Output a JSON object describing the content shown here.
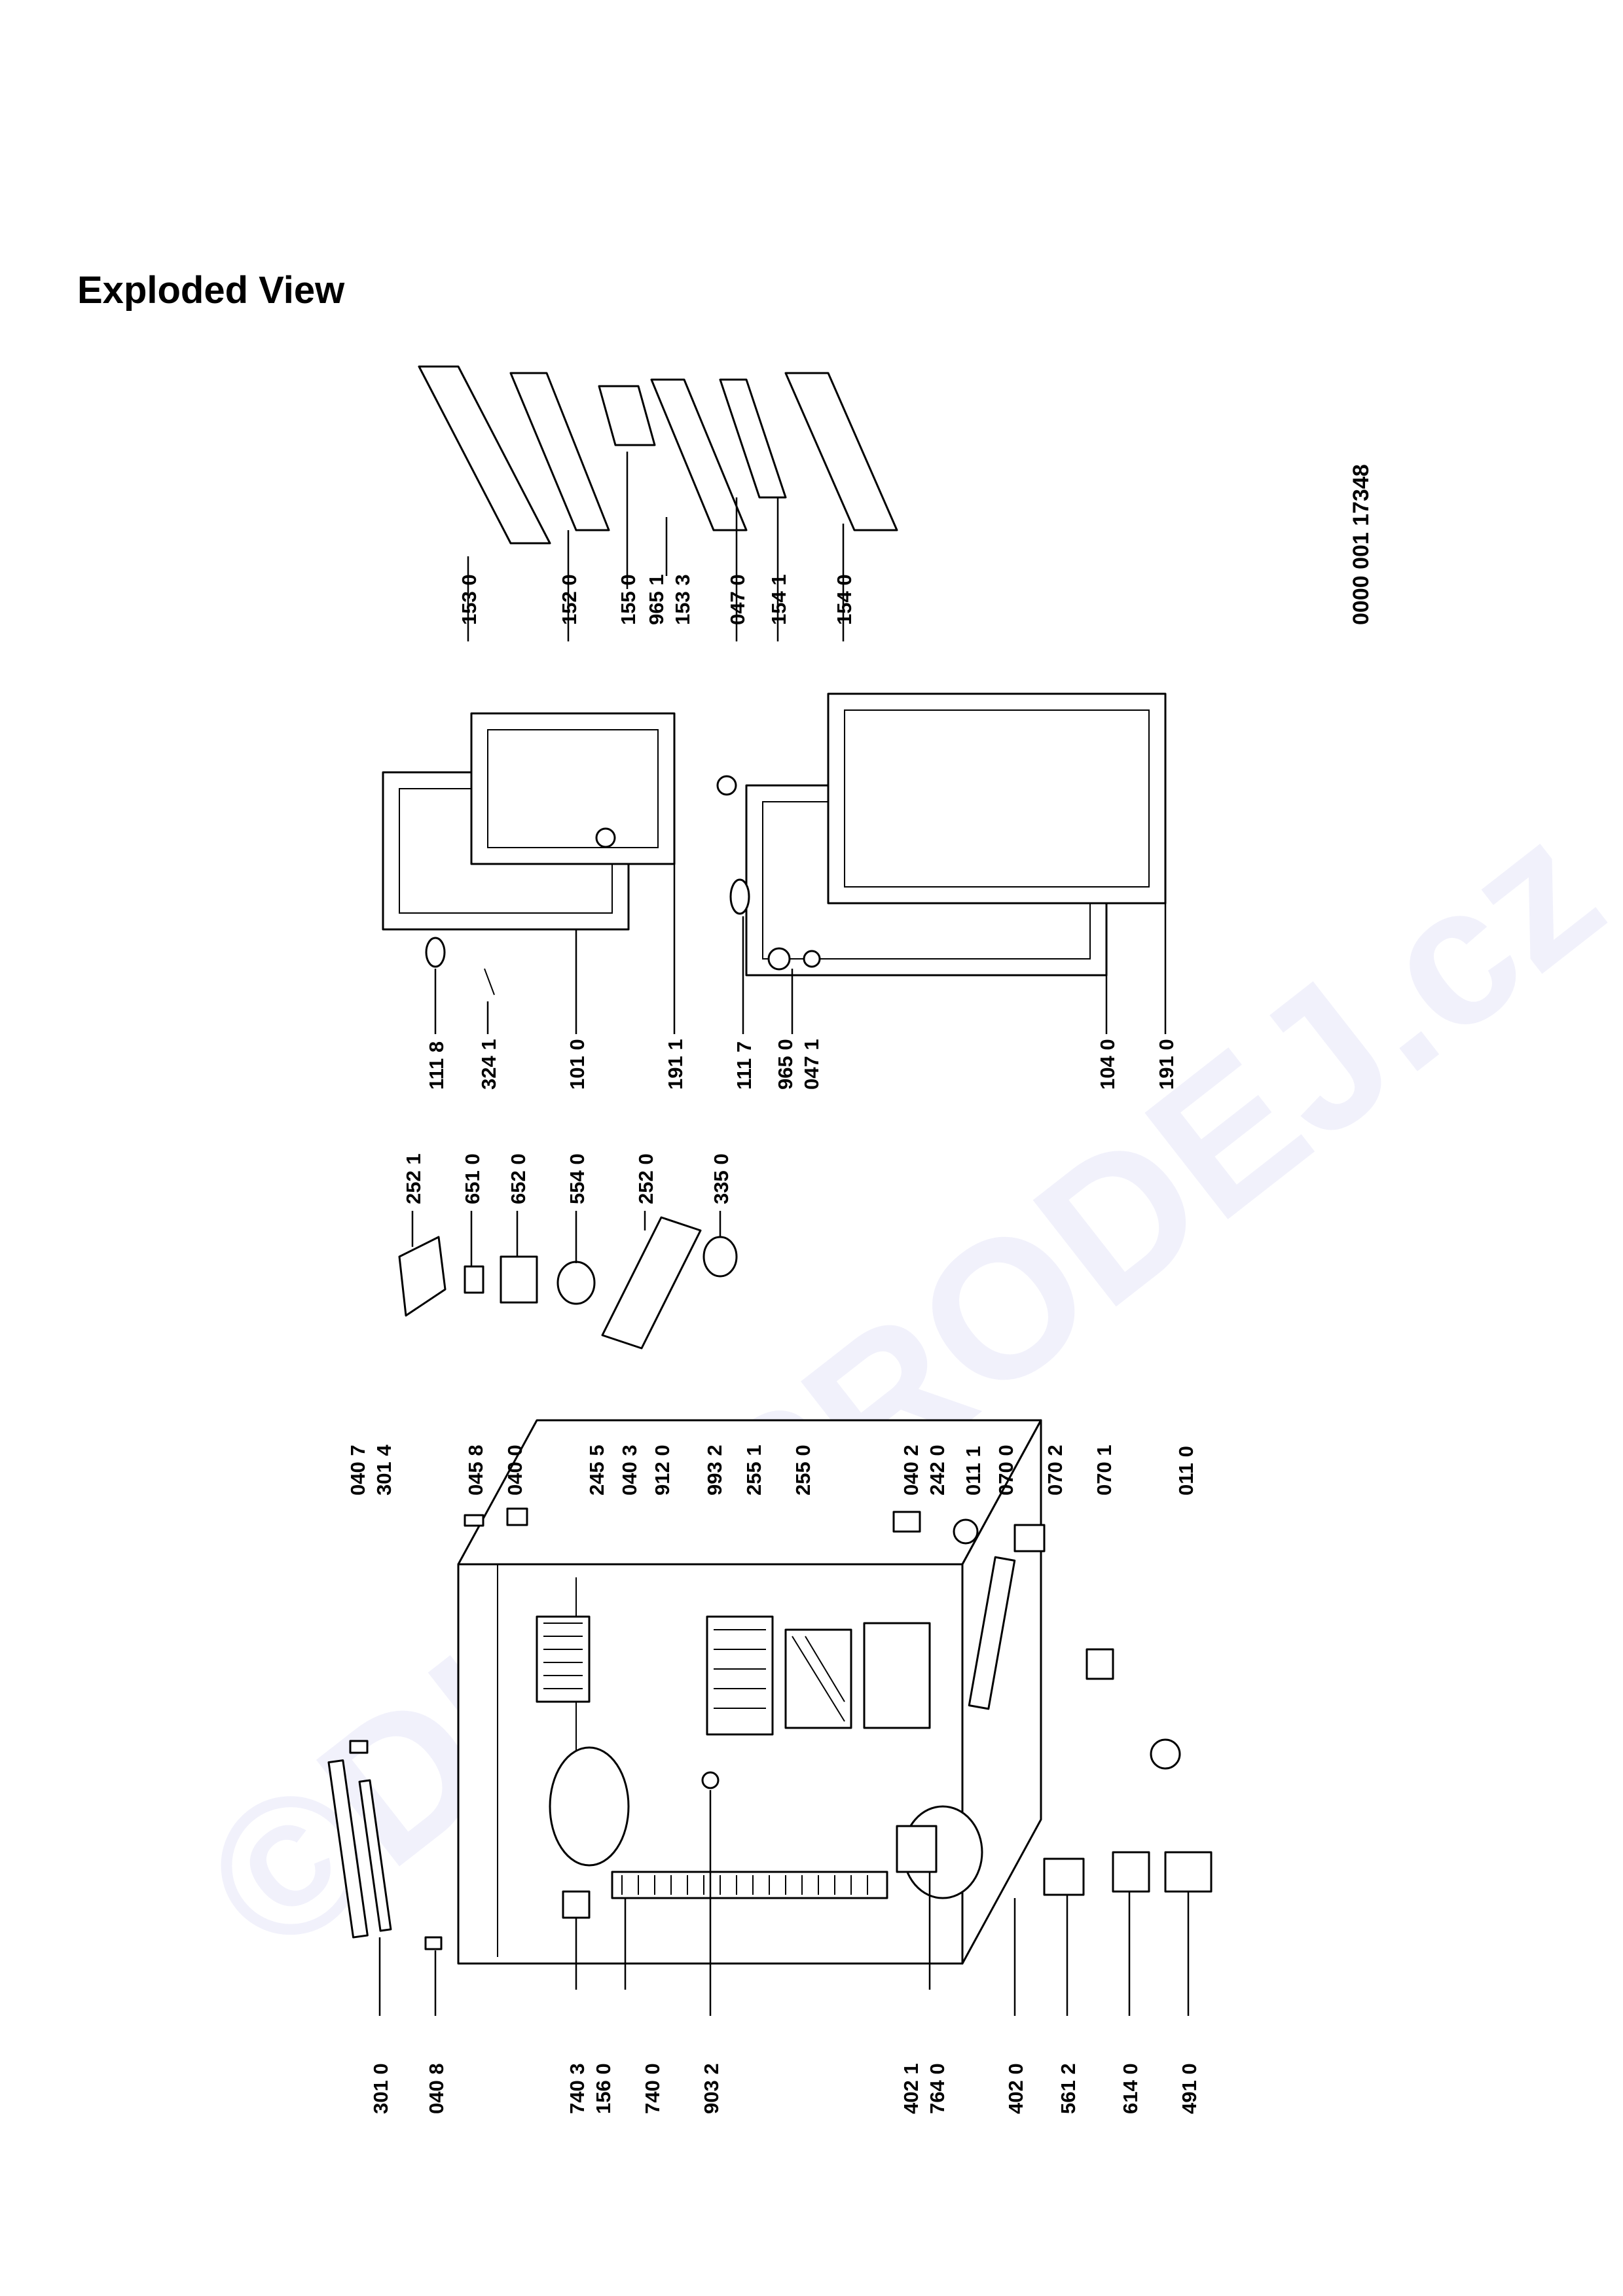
{
  "title": "Exploded View",
  "document_number": "0000 001 17348",
  "watermark": "©DILY-PRODEJ.cz",
  "labels": {
    "cabinet": [
      "301 0",
      "040 8",
      "740 3",
      "156 0",
      "740 0",
      "903 2",
      "402 1",
      "764 0",
      "402 0",
      "561 2",
      "614 0",
      "491 0"
    ],
    "cabinet_right": [
      "040 7",
      "301 4",
      "045 8",
      "040 0",
      "245 5",
      "040 3",
      "912 0",
      "993 2",
      "255 1",
      "255 0",
      "040 2",
      "242 0",
      "011 1",
      "070 0",
      "070 2",
      "070 1",
      "011 0"
    ],
    "thermostat": [
      "252 1",
      "651 0",
      "652 0",
      "554 0",
      "252 0",
      "335 0"
    ],
    "doors": [
      "111 8",
      "324 1",
      "101 0",
      "191 1",
      "111 7",
      "965 0",
      "047 1",
      "104 0",
      "191 0"
    ],
    "door_shelves": [
      "153 0",
      "152 0",
      "155 0",
      "965 1",
      "153 3",
      "047 0",
      "154 1",
      "154 0"
    ]
  }
}
